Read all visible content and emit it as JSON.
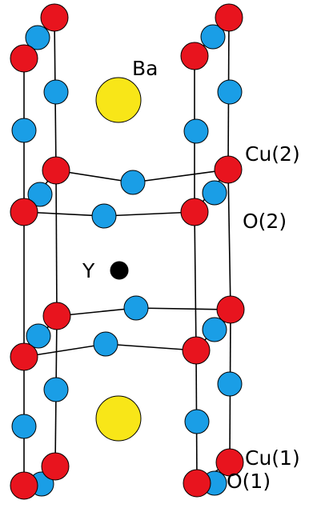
{
  "labels": {
    "ba": "Ba",
    "cu2": "Cu(2)",
    "o2": "O(2)",
    "y": "Y",
    "cu1": "Cu(1)",
    "o1": "O(1)"
  },
  "colors": {
    "copper": "#e8141e",
    "oxygen": "#1a9ee6",
    "barium": "#f8e618",
    "yttrium": "#000000",
    "bond": "#000000",
    "background": "#ffffff"
  }
}
